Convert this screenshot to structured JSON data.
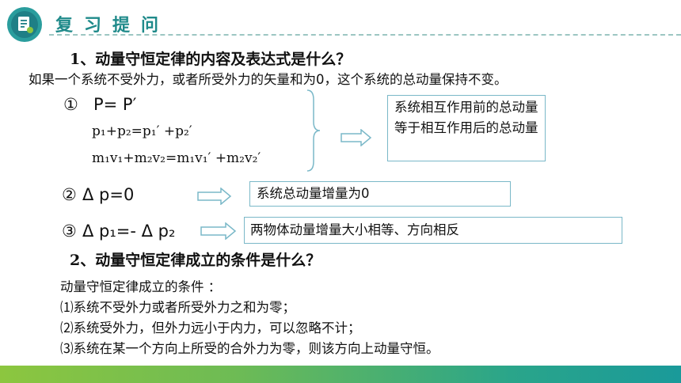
{
  "header": {
    "title": "复习提问",
    "icon": "document-list-icon"
  },
  "q1": {
    "title": "1、动量守恒定律的内容及表达式是什么？",
    "content": "如果一个系统不受外力，或者所受外力的矢量和为0，这个系统的总动量保持不变。",
    "f1_label": "①",
    "f1_main": "P= P′",
    "f1_line2": "p₁+p₂=p₁′ +p₂′",
    "f1_line3": "m₁v₁+m₂v₂=m₁v₁′ +m₂v₂′",
    "f1_note": "系统相互作用前的总动量等于相互作用后的总动量",
    "f2_label": "②",
    "f2_text": "Δ p=0",
    "f2_note": "系统总动量增量为0",
    "f3_label": "③",
    "f3_text": "Δ p₁=- Δ p₂",
    "f3_note": "两物体动量增量大小相等、方向相反"
  },
  "q2": {
    "title": "2、动量守恒定律成立的条件是什么？",
    "intro": "动量守恒定律成立的条件 ：",
    "items": [
      "⑴系统不受外力或者所受外力之和为零；",
      "⑵系统受外力，但外力远小于内力，可以忽略不计；",
      "⑶系统在某一个方向上所受的合外力为零，则该方向上动量守恒。"
    ]
  },
  "colors": {
    "accent": "#1f8a8a",
    "box_border": "#7ab8c8",
    "arrow": "#7ab8c8"
  }
}
